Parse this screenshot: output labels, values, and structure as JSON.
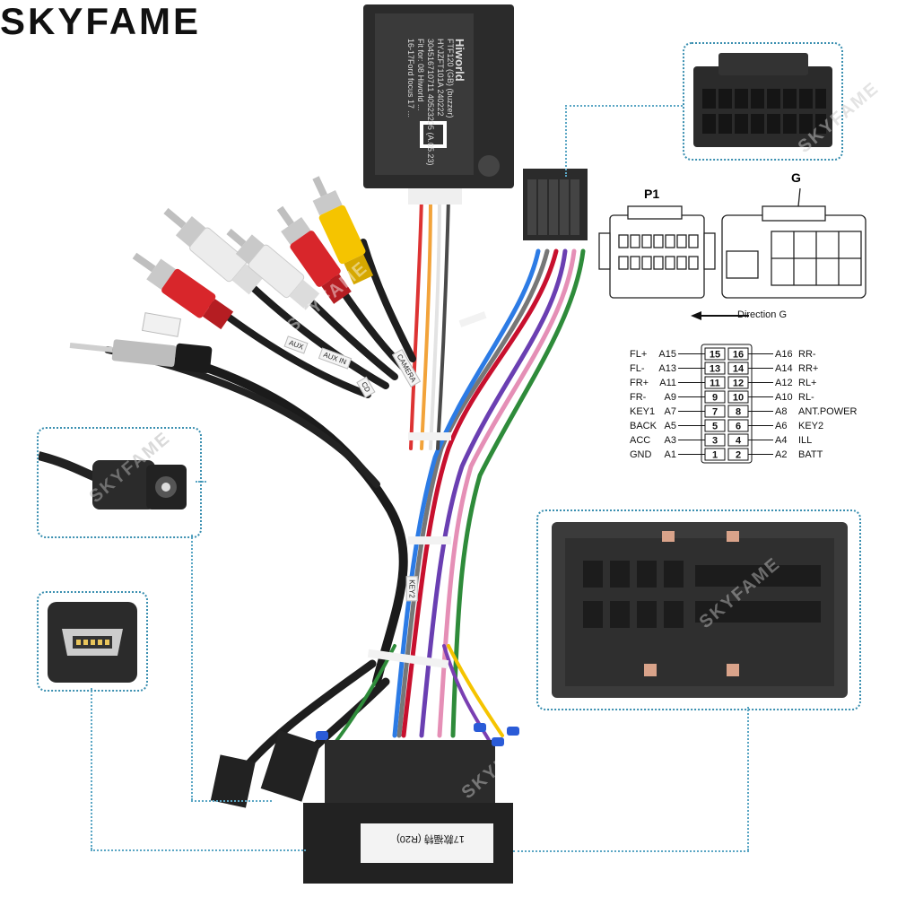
{
  "brand": {
    "name": "SKYFAME"
  },
  "watermark": "SKYFAME",
  "canbox": {
    "maker": "Hiworld",
    "line1": "FTF120 (GB) (buzzer)",
    "line2": "HYJZFT101A 240222",
    "line3": "304516710711 40523205 (A.05.23)",
    "line4": "Fit for: 08 Hiworld ...",
    "line5": "16-17Ford focus 17 ..."
  },
  "connector_labels": {
    "p1": "P1",
    "g": "G",
    "direction": "Direction G"
  },
  "cable_tags": {
    "aux": "AUX",
    "aux_in": "AUX IN",
    "camera": "CAMERA",
    "cd": "CD",
    "key": "KEY2",
    "harness": "17款福特 (R20)"
  },
  "pinout": {
    "left": [
      {
        "label": "FL+",
        "code": "A15",
        "pin": "15"
      },
      {
        "label": "FL-",
        "code": "A13",
        "pin": "13"
      },
      {
        "label": "FR+",
        "code": "A11",
        "pin": "11"
      },
      {
        "label": "FR-",
        "code": "A9",
        "pin": "9"
      },
      {
        "label": "KEY1",
        "code": "A7",
        "pin": "7"
      },
      {
        "label": "BACK",
        "code": "A5",
        "pin": "5"
      },
      {
        "label": "ACC",
        "code": "A3",
        "pin": "3"
      },
      {
        "label": "GND",
        "code": "A1",
        "pin": "1"
      }
    ],
    "right": [
      {
        "label": "RR-",
        "code": "A16",
        "pin": "16"
      },
      {
        "label": "RR+",
        "code": "A14",
        "pin": "14"
      },
      {
        "label": "RL+",
        "code": "A12",
        "pin": "12"
      },
      {
        "label": "RL-",
        "code": "A10",
        "pin": "10"
      },
      {
        "label": "ANT.POWER",
        "code": "A8",
        "pin": "8"
      },
      {
        "label": "KEY2",
        "code": "A6",
        "pin": "6"
      },
      {
        "label": "ILL",
        "code": "A4",
        "pin": "4"
      },
      {
        "label": "BATT",
        "code": "A2",
        "pin": "2"
      }
    ]
  },
  "colors": {
    "panel_border": "#3a8fb0",
    "rca_red": "#d8262b",
    "rca_white": "#e9e9e9",
    "rca_yellow": "#f5c400",
    "connector_black": "#2b2b2b"
  }
}
